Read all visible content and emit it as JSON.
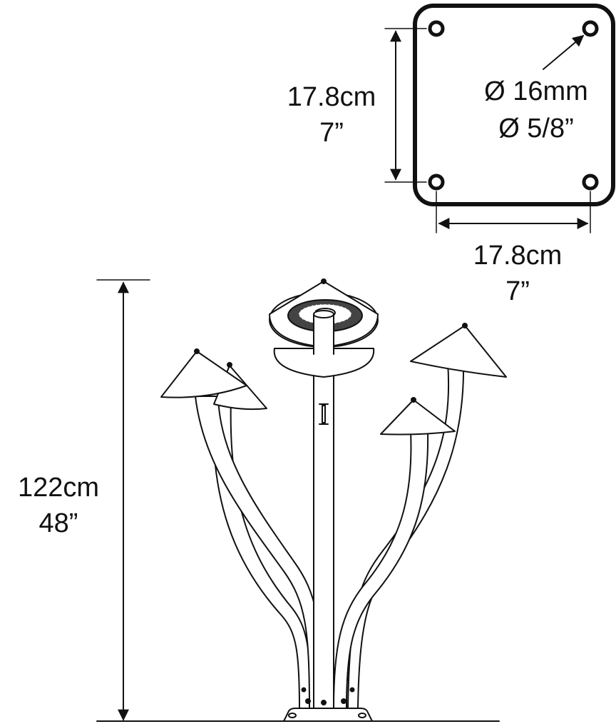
{
  "base_plate": {
    "height_cm": "17.8cm",
    "height_in": "7”",
    "width_cm": "17.8cm",
    "width_in": "7”",
    "hole_mm": "Ø 16mm",
    "hole_in": "Ø 5/8”"
  },
  "overall": {
    "height_cm": "122cm",
    "height_in": "48”"
  },
  "colors": {
    "ink": "#111111",
    "background": "#ffffff",
    "fill": "#ffffff",
    "grate": "#444444"
  }
}
